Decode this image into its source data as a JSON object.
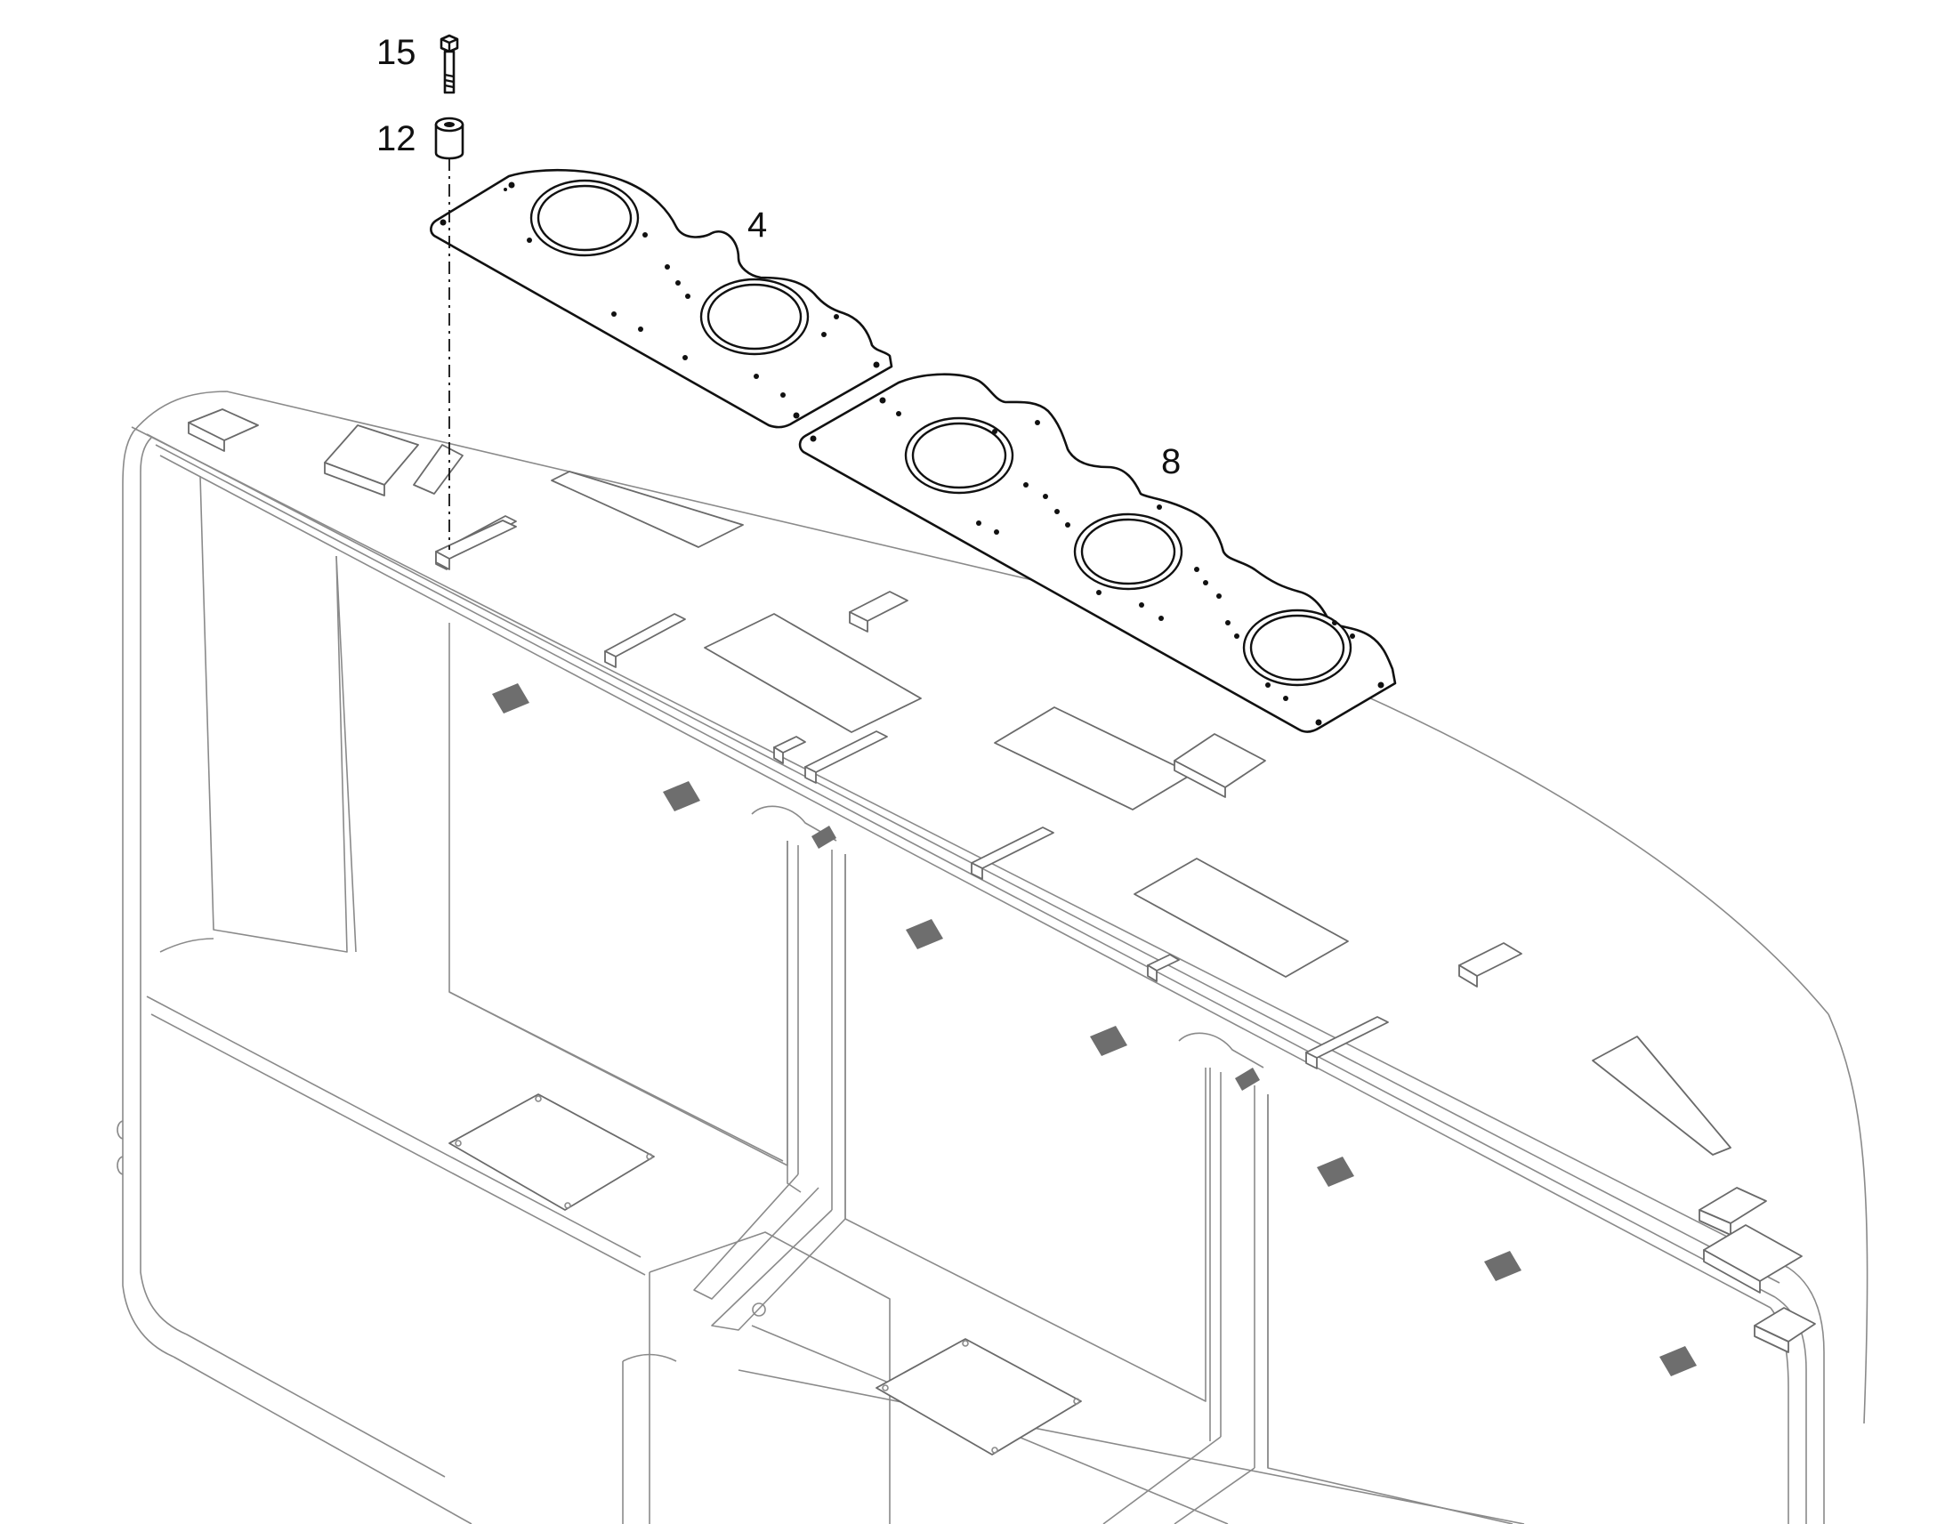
{
  "callouts": {
    "item_15": "15",
    "item_12": "12",
    "item_4": "4",
    "item_8": "8"
  }
}
